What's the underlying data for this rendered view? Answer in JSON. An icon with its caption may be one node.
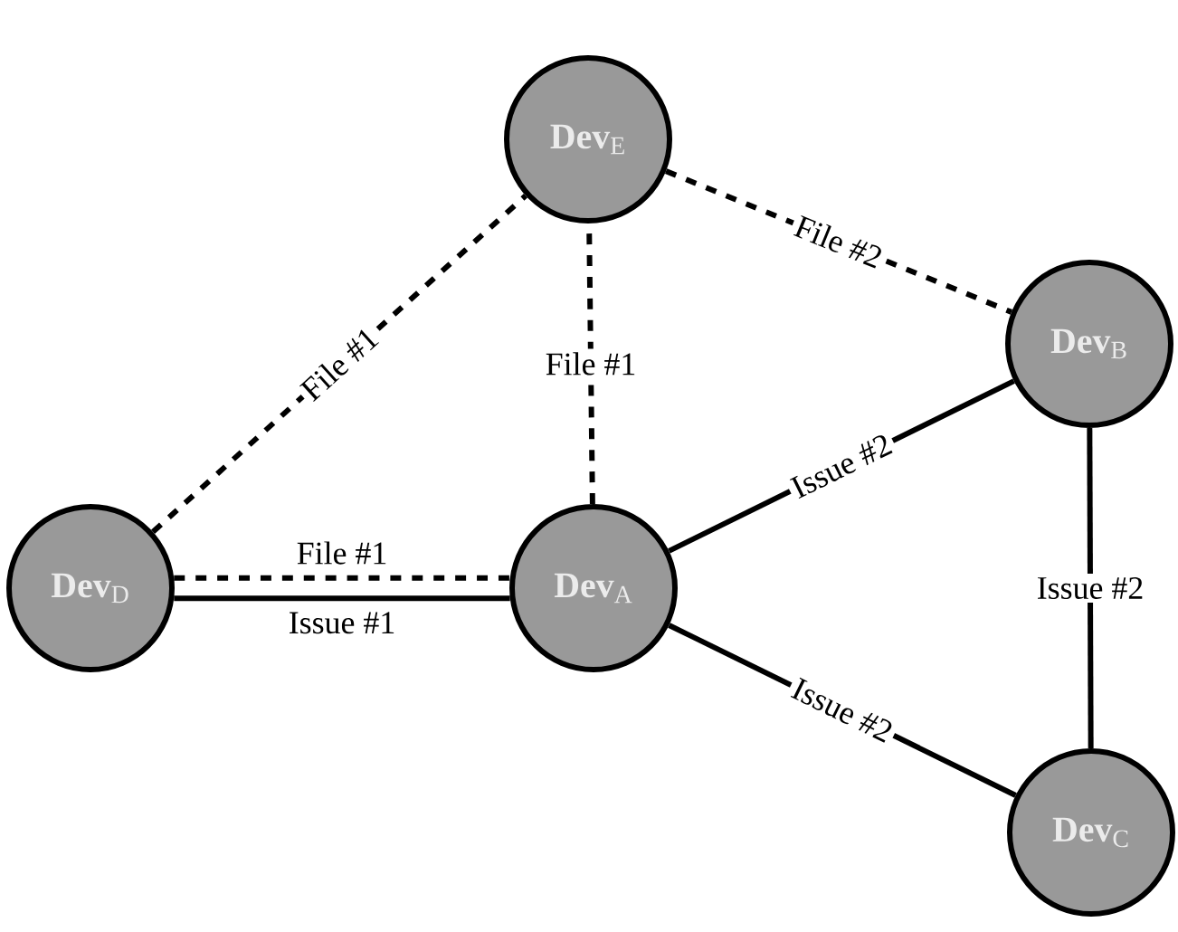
{
  "diagram": {
    "nodes": [
      {
        "text": [
          "**Dev**$_{E}$"
        ]
      },
      {
        "text": [
          "**Dev**$_{B}$"
        ]
      },
      {
        "text": [
          "**Dev**$_{D}$"
        ]
      },
      {
        "text": [
          "**Dev**$_{A}$"
        ]
      },
      {
        "text": [
          "**Dev**$_{C}$"
        ]
      }
    ],
    "edges": [
      {
        "from": 2,
        "to": 0,
        "arrow": "none",
        "style": "dashed",
        "label": "File #1"
      },
      {
        "from": 3,
        "to": 0,
        "arrow": "none",
        "style": "dashed",
        "label": "File #1"
      },
      {
        "from": 0,
        "to": 1,
        "arrow": "none",
        "style": "dashed",
        "label": "File #2"
      },
      {
        "from": 2,
        "to": 3,
        "arrow": "none",
        "style": "dashed",
        "label": "File #1"
      },
      {
        "from": 2,
        "to": 3,
        "arrow": "none",
        "label": "Issue #1"
      },
      {
        "from": 3,
        "to": 1,
        "arrow": "none",
        "label": "Issue #2"
      },
      {
        "from": 1,
        "to": 4,
        "arrow": "none",
        "label": "Issue #2"
      },
      {
        "from": 3,
        "to": 4,
        "arrow": "none",
        "label": "Issue #2"
      }
    ]
  }
}
